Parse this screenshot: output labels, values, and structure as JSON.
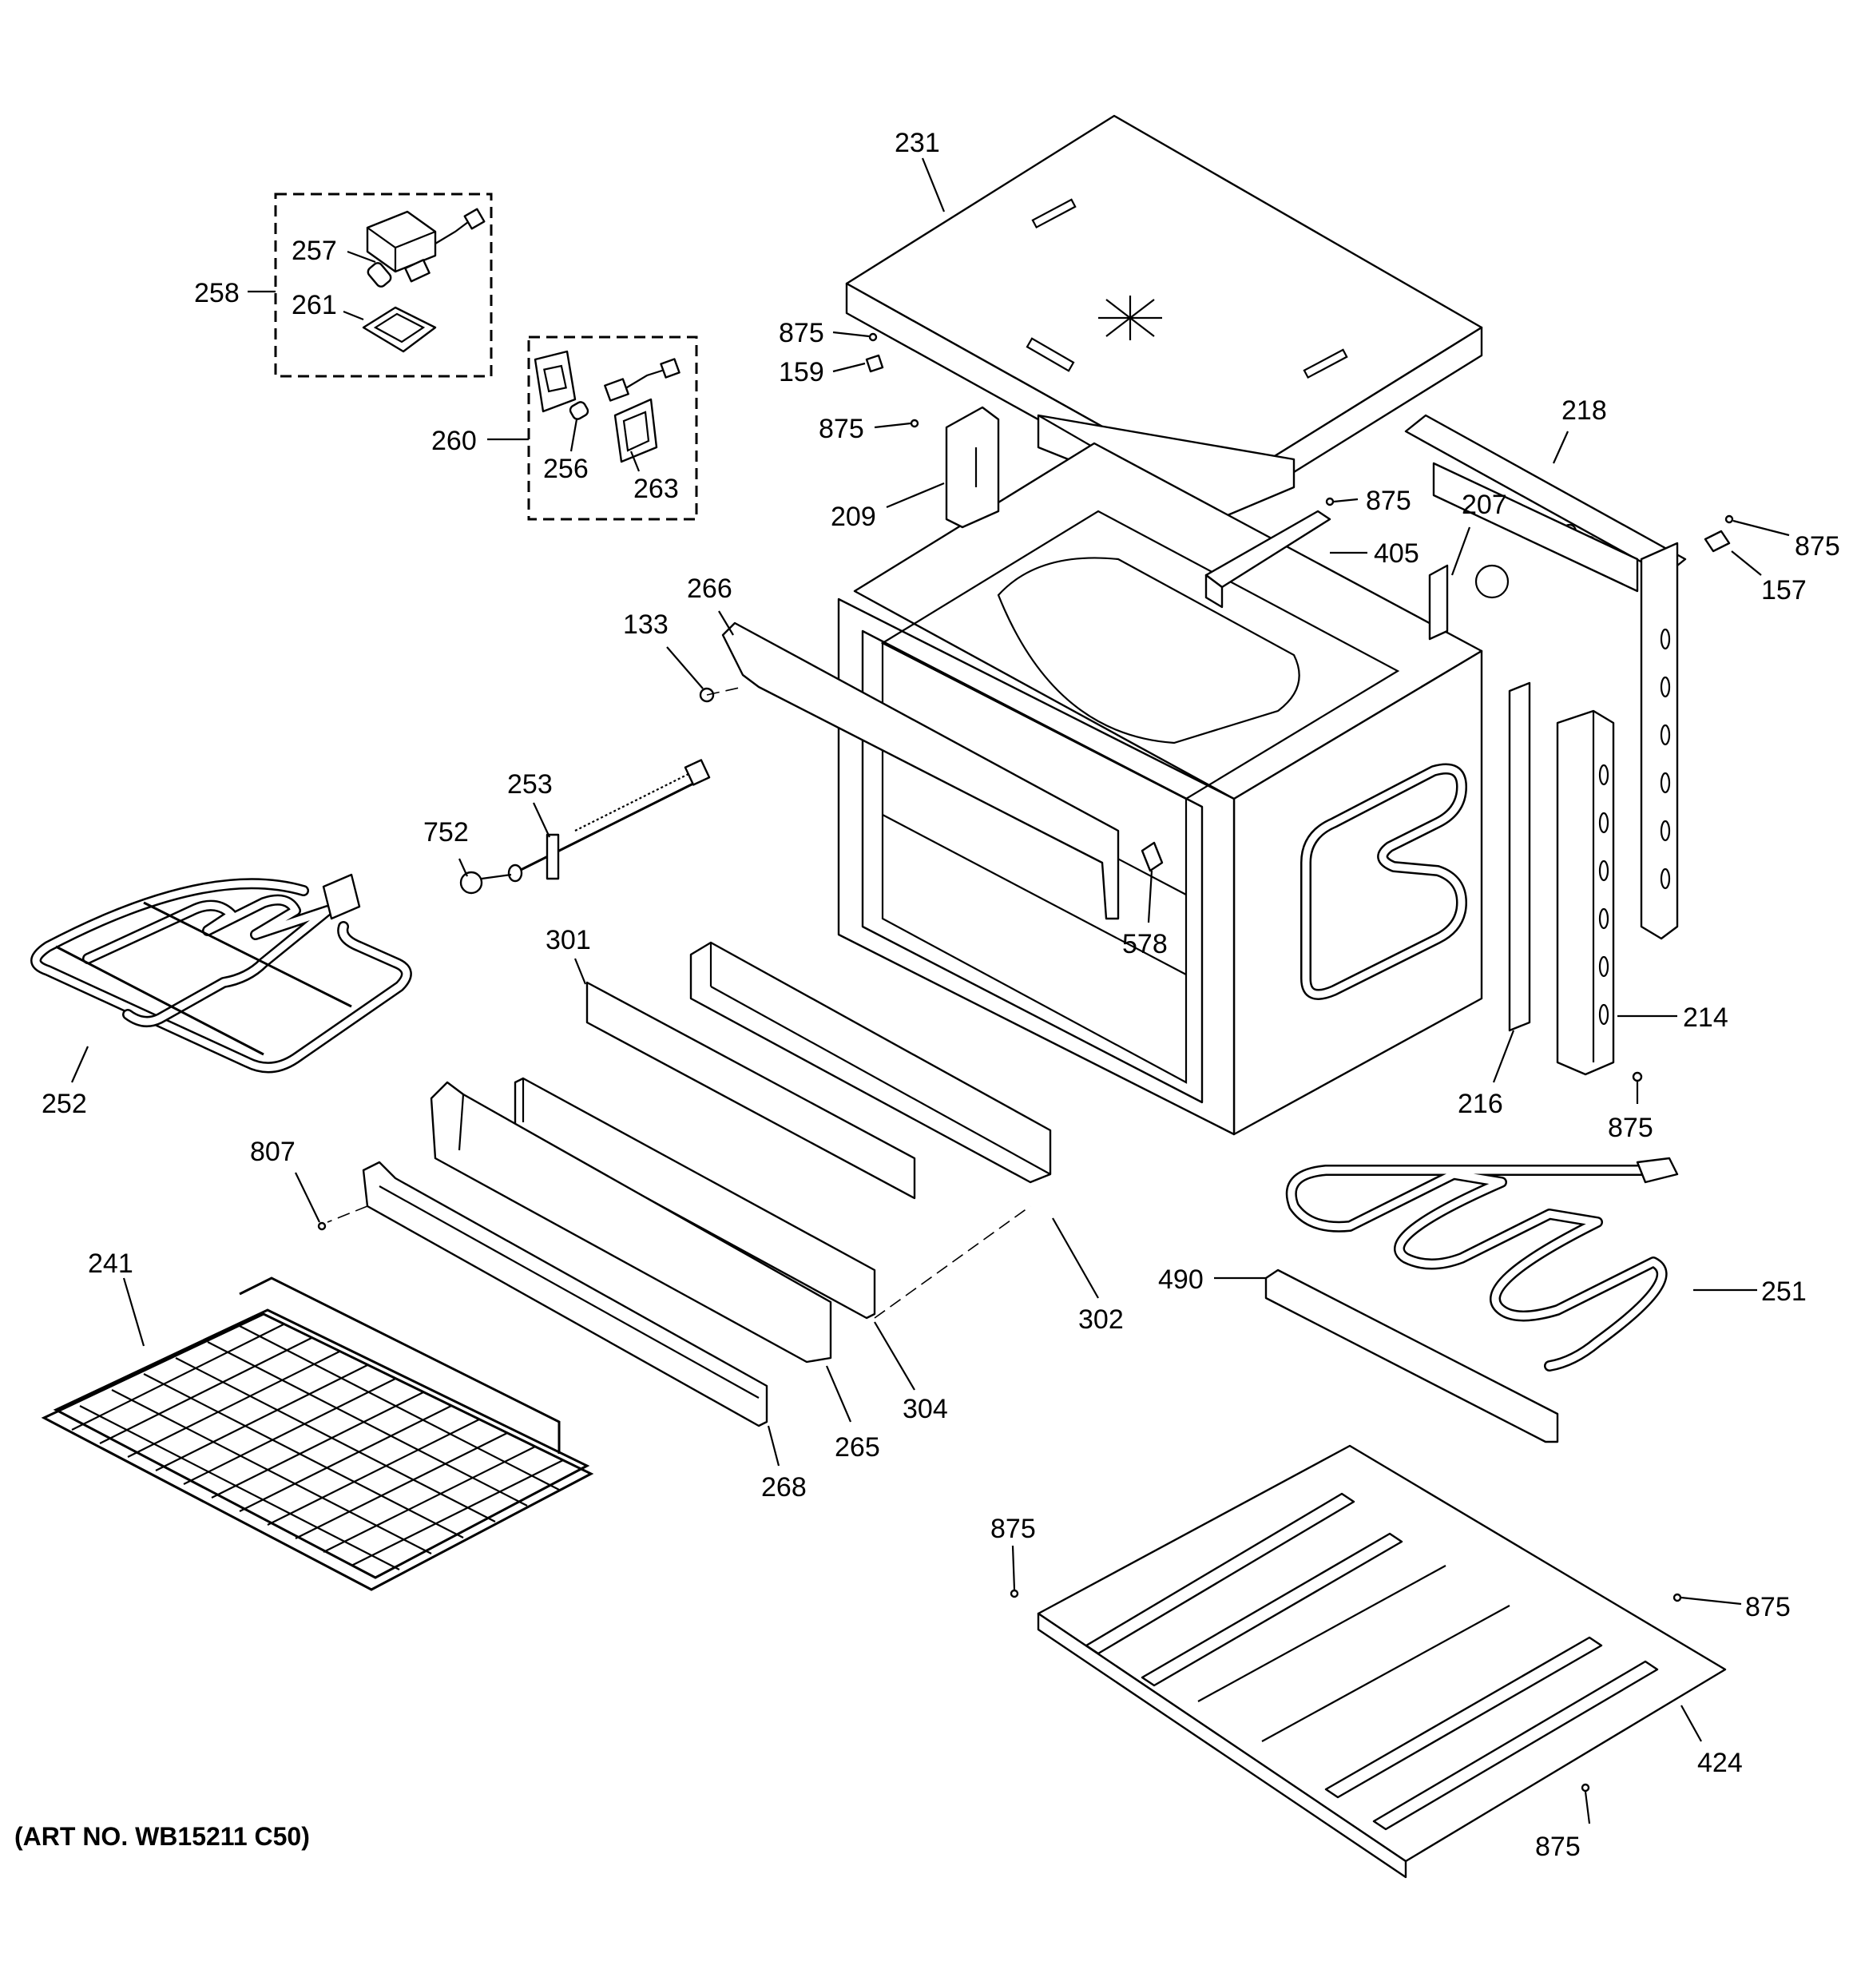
{
  "diagram": {
    "art_number": "(ART NO. WB15211 C50)",
    "callouts": [
      {
        "id": "c231",
        "text": "231"
      },
      {
        "id": "c257",
        "text": "257"
      },
      {
        "id": "c258",
        "text": "258"
      },
      {
        "id": "c261",
        "text": "261"
      },
      {
        "id": "c260",
        "text": "260"
      },
      {
        "id": "c256",
        "text": "256"
      },
      {
        "id": "c263",
        "text": "263"
      },
      {
        "id": "c875a",
        "text": "875"
      },
      {
        "id": "c159",
        "text": "159"
      },
      {
        "id": "c875b",
        "text": "875"
      },
      {
        "id": "c209",
        "text": "209"
      },
      {
        "id": "c218",
        "text": "218"
      },
      {
        "id": "c875c",
        "text": "875"
      },
      {
        "id": "c405",
        "text": "405"
      },
      {
        "id": "c207",
        "text": "207"
      },
      {
        "id": "c875d",
        "text": "875"
      },
      {
        "id": "c157",
        "text": "157"
      },
      {
        "id": "c266",
        "text": "266"
      },
      {
        "id": "c133",
        "text": "133"
      },
      {
        "id": "c253",
        "text": "253"
      },
      {
        "id": "c752",
        "text": "752"
      },
      {
        "id": "c578",
        "text": "578"
      },
      {
        "id": "c301",
        "text": "301"
      },
      {
        "id": "c252",
        "text": "252"
      },
      {
        "id": "c214",
        "text": "214"
      },
      {
        "id": "c216",
        "text": "216"
      },
      {
        "id": "c875e",
        "text": "875"
      },
      {
        "id": "c807",
        "text": "807"
      },
      {
        "id": "c241",
        "text": "241"
      },
      {
        "id": "c302",
        "text": "302"
      },
      {
        "id": "c490",
        "text": "490"
      },
      {
        "id": "c251",
        "text": "251"
      },
      {
        "id": "c304",
        "text": "304"
      },
      {
        "id": "c265",
        "text": "265"
      },
      {
        "id": "c268",
        "text": "268"
      },
      {
        "id": "c875f",
        "text": "875"
      },
      {
        "id": "c875g",
        "text": "875"
      },
      {
        "id": "c424",
        "text": "424"
      },
      {
        "id": "c875h",
        "text": "875"
      }
    ]
  }
}
